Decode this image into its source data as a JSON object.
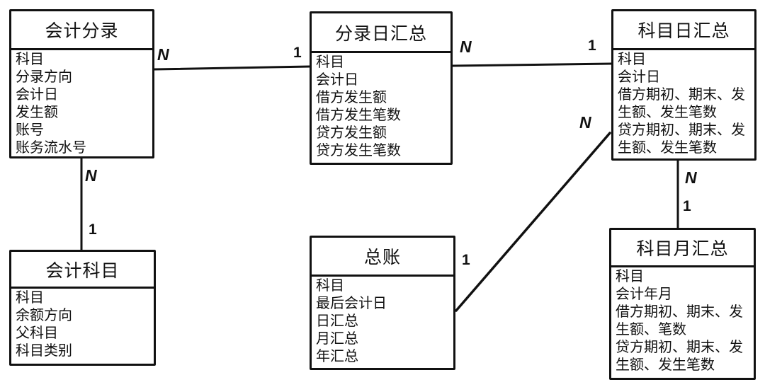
{
  "diagram": {
    "type": "entity-relationship",
    "colors": {
      "stroke": "#111111",
      "background": "#ffffff",
      "text": "#111111"
    },
    "entities": [
      {
        "id": "accounting-entry",
        "title": "会计分录",
        "fields": [
          "科目",
          "分录方向",
          "会计日",
          "发生额",
          "账号",
          "账务流水号"
        ]
      },
      {
        "id": "entry-daily-summary",
        "title": "分录日汇总",
        "fields": [
          "科目",
          "会计日",
          "借方发生额",
          "借方发生笔数",
          "贷方发生额",
          "贷方发生笔数"
        ]
      },
      {
        "id": "account-daily-summary",
        "title": "科目日汇总",
        "fields": [
          "科目",
          "会计日",
          "借方期初、期末、发生额、发生笔数",
          "贷方期初、期末、发生额、发生笔数"
        ]
      },
      {
        "id": "accounting-account",
        "title": "会计科目",
        "fields": [
          "科目",
          "余额方向",
          "父科目",
          "科目类别"
        ]
      },
      {
        "id": "general-ledger",
        "title": "总账",
        "fields": [
          "科目",
          "最后会计日",
          "日汇总",
          "月汇总",
          "年汇总"
        ]
      },
      {
        "id": "account-monthly-summary",
        "title": "科目月汇总",
        "fields": [
          "科目",
          "会计年月",
          "借方期初、期末、发生额、笔数",
          "贷方期初、期末、发生额、发生笔数"
        ]
      }
    ],
    "connections": [
      {
        "from": "会计分录",
        "to": "分录日汇总",
        "from_label": "N",
        "to_label": "1"
      },
      {
        "from": "分录日汇总",
        "to": "科目日汇总",
        "from_label": "N",
        "to_label": "1"
      },
      {
        "from": "会计分录",
        "to": "会计科目",
        "from_label": "N",
        "to_label": "1"
      },
      {
        "from": "科目日汇总",
        "to": "科目月汇总",
        "from_label": "N",
        "to_label": "1"
      },
      {
        "from": "总账",
        "to": "科目日汇总",
        "from_label": "1",
        "to_label": "N"
      }
    ]
  }
}
